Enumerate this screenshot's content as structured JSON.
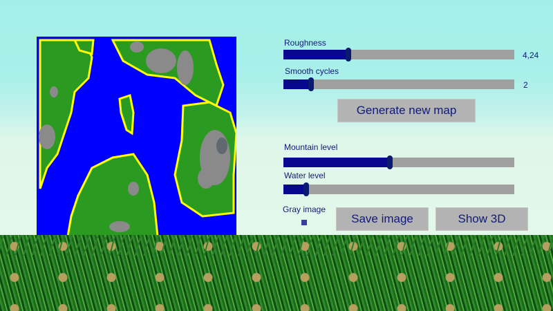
{
  "controls": {
    "roughness": {
      "label": "Roughness",
      "value": "4,24",
      "fraction": 0.28
    },
    "smooth_cycles": {
      "label": "Smooth cycles",
      "value": "2",
      "fraction": 0.12
    },
    "generate_label": "Generate new map",
    "mountain_level": {
      "label": "Mountain level",
      "fraction": 0.46
    },
    "water_level": {
      "label": "Water level",
      "fraction": 0.1
    },
    "gray_image_label": "Gray image",
    "save_label": "Save image",
    "show3d_label": "Show 3D"
  },
  "colors": {
    "water": "#0000ff",
    "land": "#2a9a20",
    "beach": "#ffff00",
    "mountain": "#8a8a8a",
    "accent": "#07078f"
  }
}
